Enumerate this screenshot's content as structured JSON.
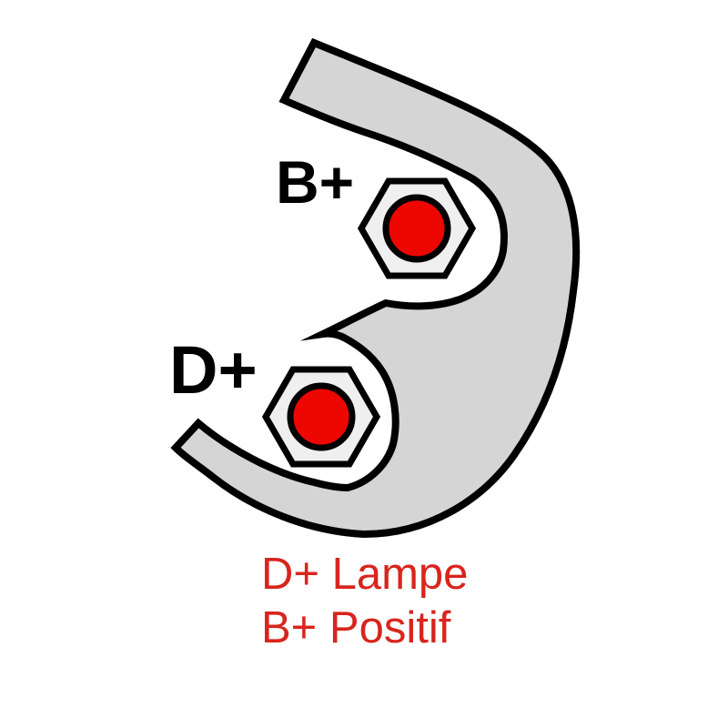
{
  "diagram": {
    "labels": {
      "b_terminal": "B+",
      "d_terminal": "D+"
    },
    "captions": {
      "line1": "D+ Lampe",
      "line2": "B+ Positif"
    },
    "colors": {
      "body_fill": "#d5d5d5",
      "nut_fill": "#efefef",
      "contact_fill": "#ee0600",
      "outline": "#000000",
      "label_text": "#000000",
      "caption_text": "#d8251d",
      "background": "#ffffff"
    }
  }
}
